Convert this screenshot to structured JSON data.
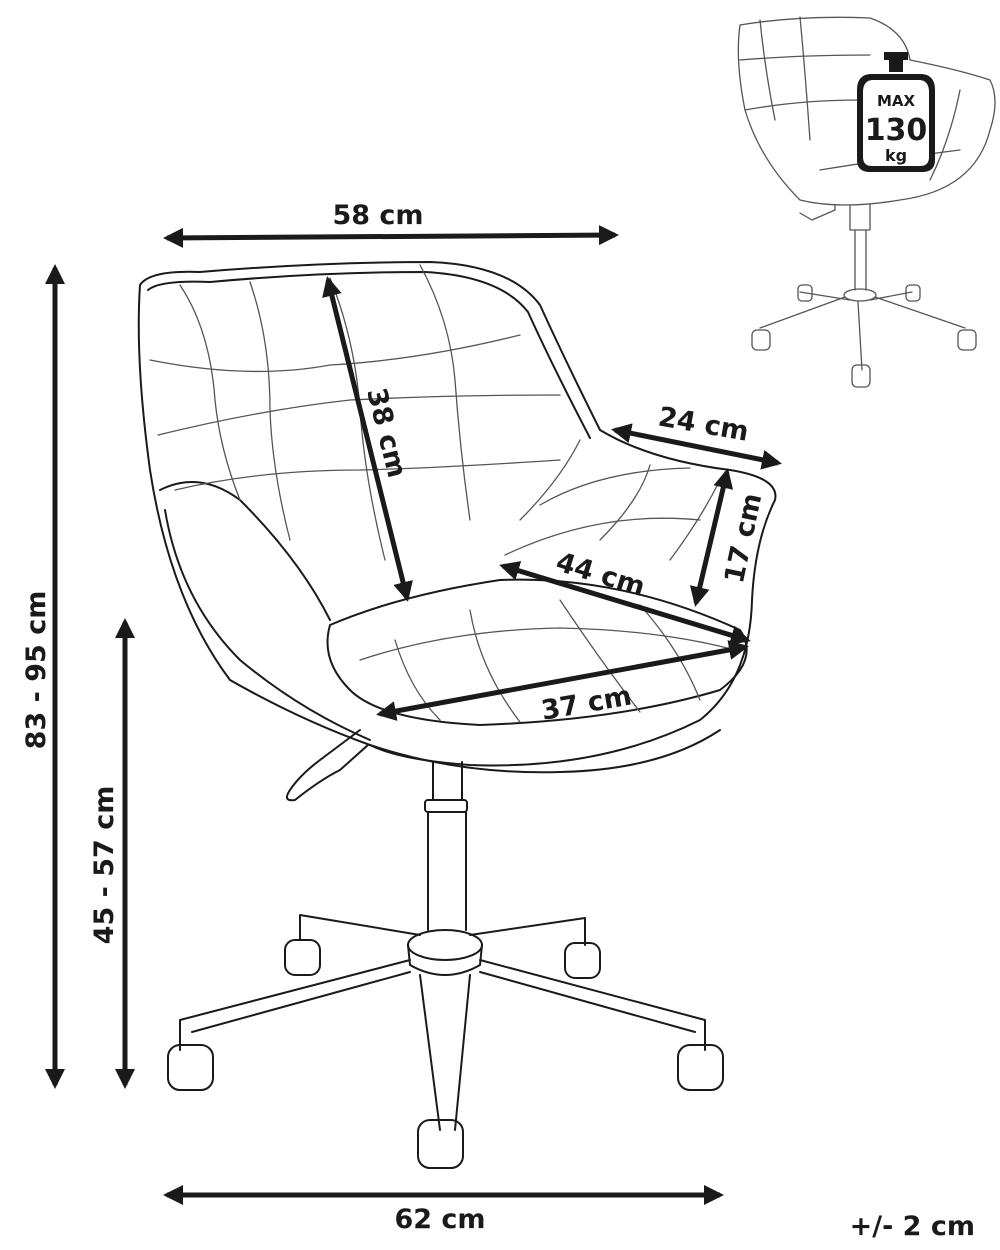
{
  "dimensions": {
    "width": "58 cm",
    "backrest_height": "38 cm",
    "armrest_depth": "24 cm",
    "armrest_height": "17 cm",
    "seat_depth": "44 cm",
    "seat_width": "37 cm",
    "total_height": "83 - 95 cm",
    "seat_height": "45 - 57 cm",
    "base_width": "62 cm"
  },
  "tolerance": "+/- 2 cm",
  "max_load": {
    "label": "MAX",
    "value": "130",
    "unit": "kg"
  },
  "colors": {
    "ink": "#1a1a1a"
  }
}
